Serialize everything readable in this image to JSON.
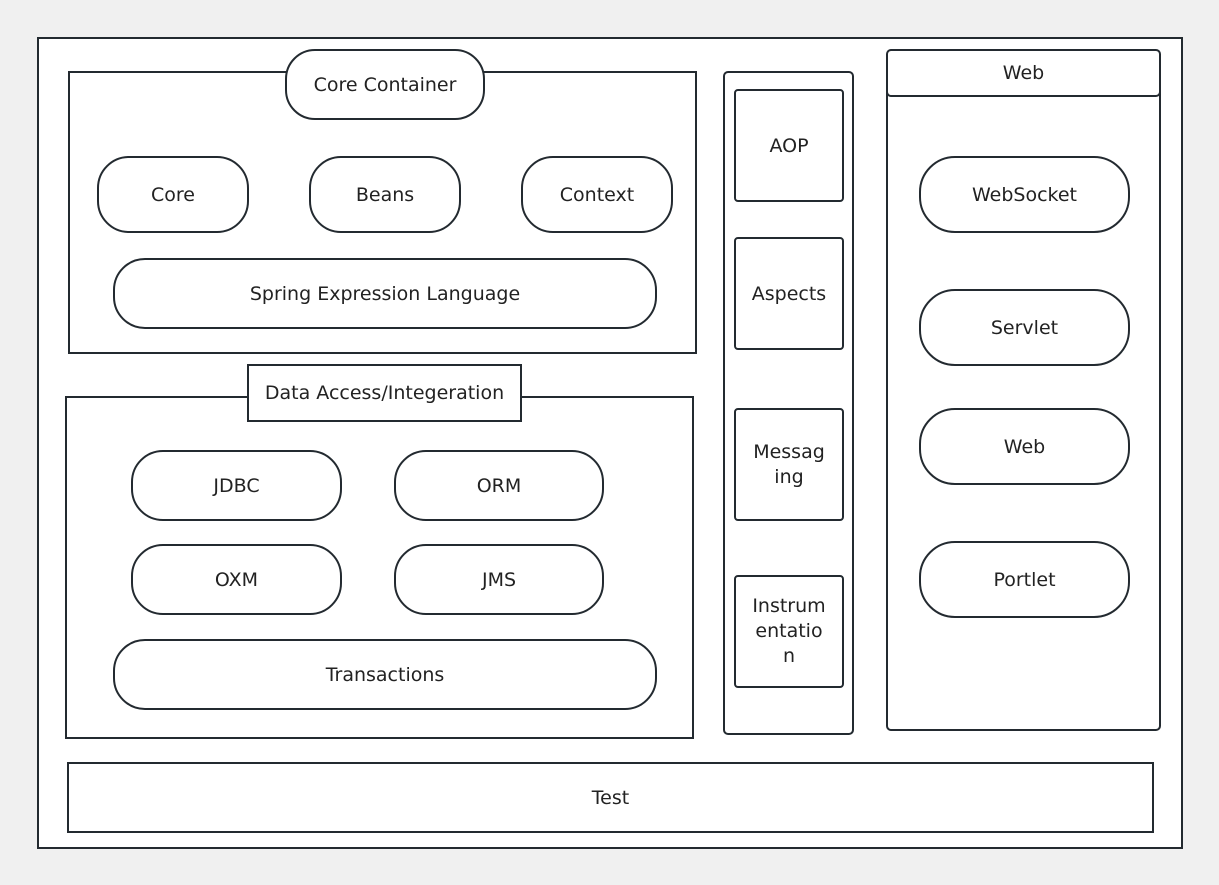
{
  "core_container": {
    "title": "Core Container",
    "items": [
      "Core",
      "Beans",
      "Context"
    ],
    "wide_item": "Spring Expression Language"
  },
  "data_access": {
    "title": "Data Access/Integeration",
    "items": [
      "JDBC",
      "ORM",
      "OXM",
      "JMS"
    ],
    "wide_item": "Transactions"
  },
  "middle_column": {
    "items": [
      "AOP",
      "Aspects",
      "Messaging",
      "Instrumentation"
    ]
  },
  "web": {
    "title": "Web",
    "items": [
      "WebSocket",
      "Servlet",
      "Web",
      "Portlet"
    ]
  },
  "test": {
    "label": "Test"
  }
}
